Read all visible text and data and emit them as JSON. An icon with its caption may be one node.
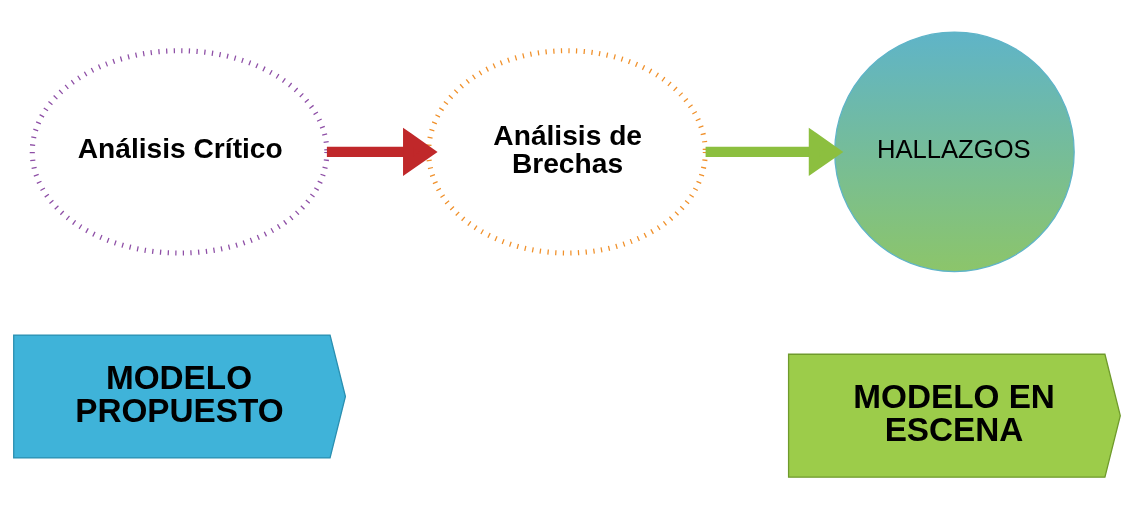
{
  "diagram": {
    "nodes": [
      {
        "text": [
          "Análisis Crítico"
        ]
      },
      {
        "text": [
          "Análisis de Brechas"
        ]
      },
      {
        "text": [
          "HALLAZGOS"
        ]
      },
      {
        "text": [
          "MODELO PROPUESTO"
        ]
      },
      {
        "text": [
          "MODELO EN ESCENA"
        ]
      }
    ],
    "edges": [
      {
        "from": 0,
        "to": 1,
        "arrow": "to",
        "color": "#c0282a"
      },
      {
        "from": 1,
        "to": 2,
        "arrow": "to",
        "color": "#8cbf3f"
      }
    ]
  }
}
